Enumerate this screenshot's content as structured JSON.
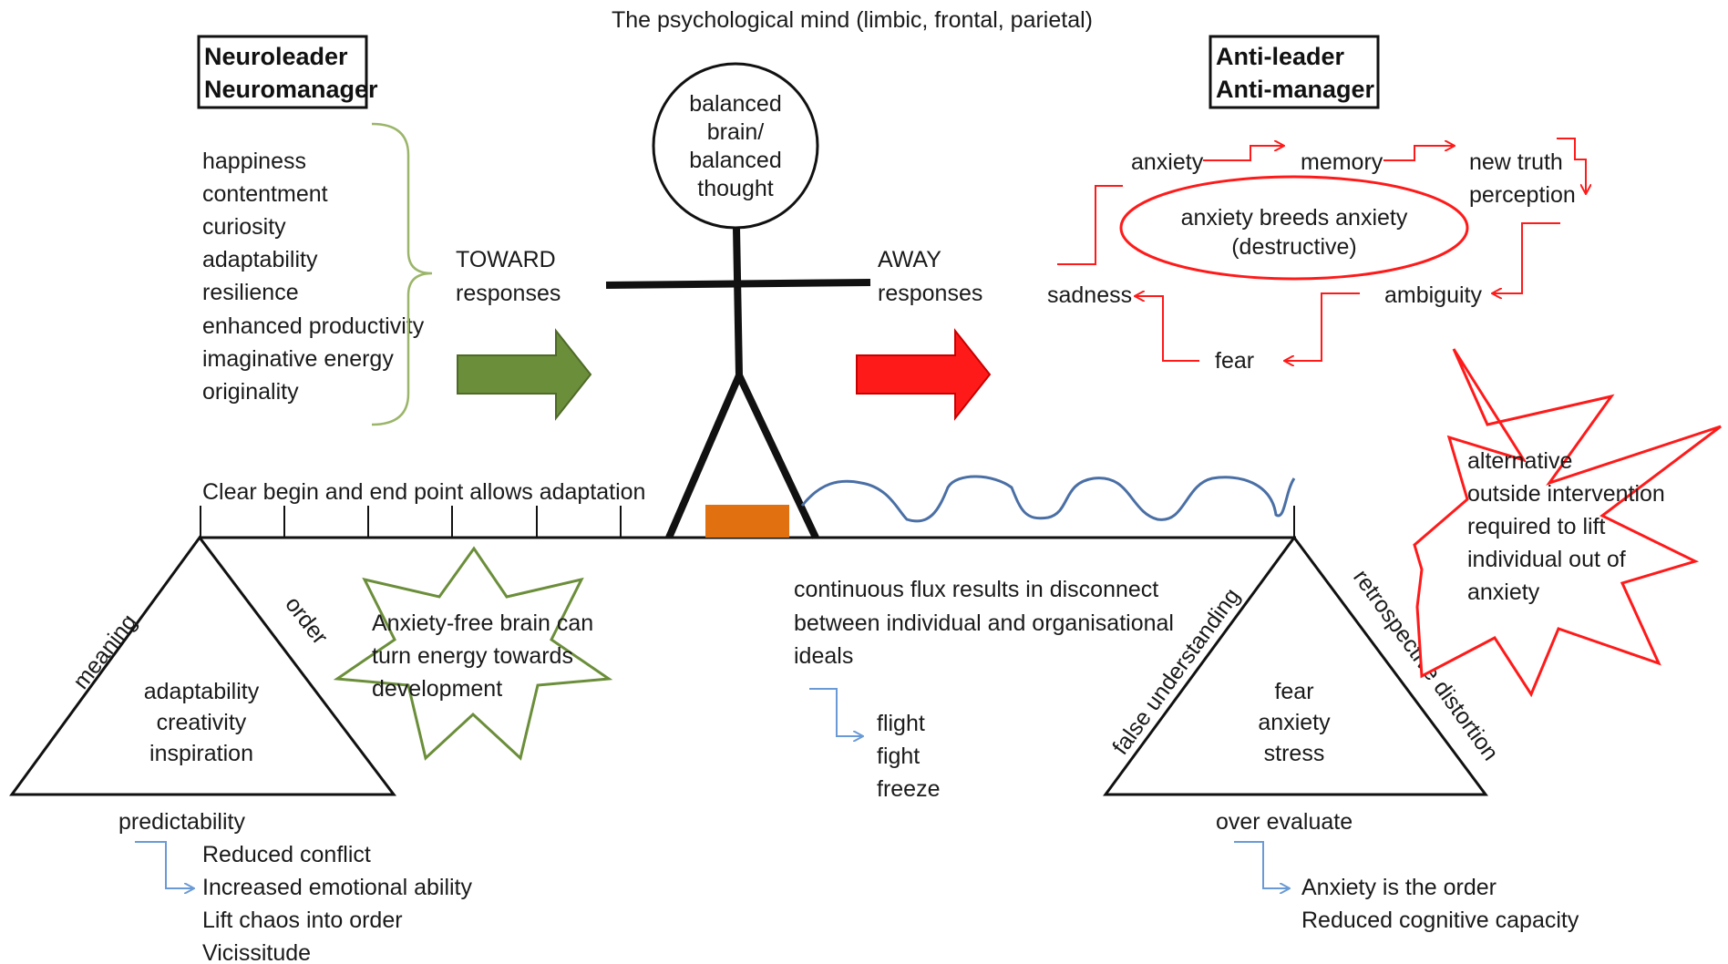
{
  "title": "The psychological mind (limbic, frontal, parietal)",
  "neuro_box": [
    "Neuroleader",
    "Neuromanager"
  ],
  "anti_box": [
    "Anti-leader",
    "Anti-manager"
  ],
  "head_text": [
    "balanced",
    "brain/",
    "balanced",
    "thought"
  ],
  "toward_list": [
    "happiness",
    "contentment",
    "curiosity",
    "adaptability",
    "resilience",
    "enhanced productivity",
    "imaginative energy",
    "originality"
  ],
  "toward_label": [
    "TOWARD",
    "responses"
  ],
  "away_label": [
    "AWAY",
    "responses"
  ],
  "cycle": {
    "anxiety": "anxiety",
    "memory": "memory",
    "new_truth": "new truth",
    "perception": "perception",
    "ambiguity": "ambiguity",
    "fear": "fear",
    "sadness": "sadness",
    "center": [
      "anxiety breeds anxiety",
      "(destructive)"
    ]
  },
  "beam_label": "Clear begin and end point allows adaptation",
  "left_triangle": {
    "left_side": "meaning",
    "right_side": "order",
    "center": [
      "adaptability",
      "creativity",
      "inspiration"
    ],
    "base": "predictability"
  },
  "left_outcomes": [
    "Reduced conflict",
    "Increased emotional ability",
    "Lift chaos into order",
    "Vicissitude"
  ],
  "green_star": [
    "Anxiety-free brain can",
    "turn energy towards",
    "development"
  ],
  "flux_text": [
    "continuous flux results in disconnect",
    "between individual and organisational",
    "ideals"
  ],
  "responses": [
    "flight",
    "fight",
    "freeze"
  ],
  "right_triangle": {
    "left_side": "false understanding",
    "right_side": "retrospective distortion",
    "center": [
      "fear",
      "anxiety",
      "stress"
    ],
    "base": "over evaluate"
  },
  "right_outcomes": [
    "Anxiety is the order",
    "Reduced cognitive capacity"
  ],
  "red_star": [
    "alternative",
    "outside intervention",
    "required to lift",
    "individual out of",
    "anxiety"
  ],
  "colors": {
    "green_arrow": "#6b8e3a",
    "red_arrow": "#ff1a1a",
    "wave": "#4a6fa5",
    "block": "#e07010",
    "elbow": "#6a9ad6",
    "brace": "#9bb56a"
  }
}
